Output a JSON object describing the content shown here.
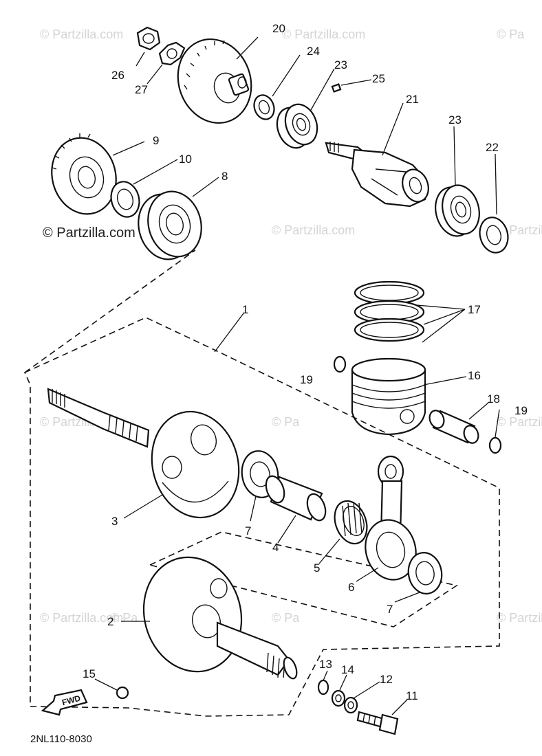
{
  "diagram": {
    "code": "2NL110-8030",
    "fwd_label": "FWD",
    "watermarks": [
      "© Partzilla.com",
      "© Partzilla.com",
      "© Pa",
      "© Partzilla.com",
      "© Partzilla.com",
      "© Pa",
      "© Partzilla.com",
      "© Partzilla.com",
      "© Pa",
      "© Partzilla.com",
      "© Partzilla.com",
      "© Pa"
    ],
    "dark_watermark": "© Partzilla.com",
    "callouts": [
      "20",
      "26",
      "27",
      "24",
      "23",
      "25",
      "21",
      "23",
      "22",
      "9",
      "10",
      "8",
      "1",
      "17",
      "19",
      "16",
      "18",
      "19",
      "3",
      "7",
      "4",
      "5",
      "6",
      "7",
      "2",
      "13",
      "14",
      "12",
      "11",
      "15"
    ]
  }
}
